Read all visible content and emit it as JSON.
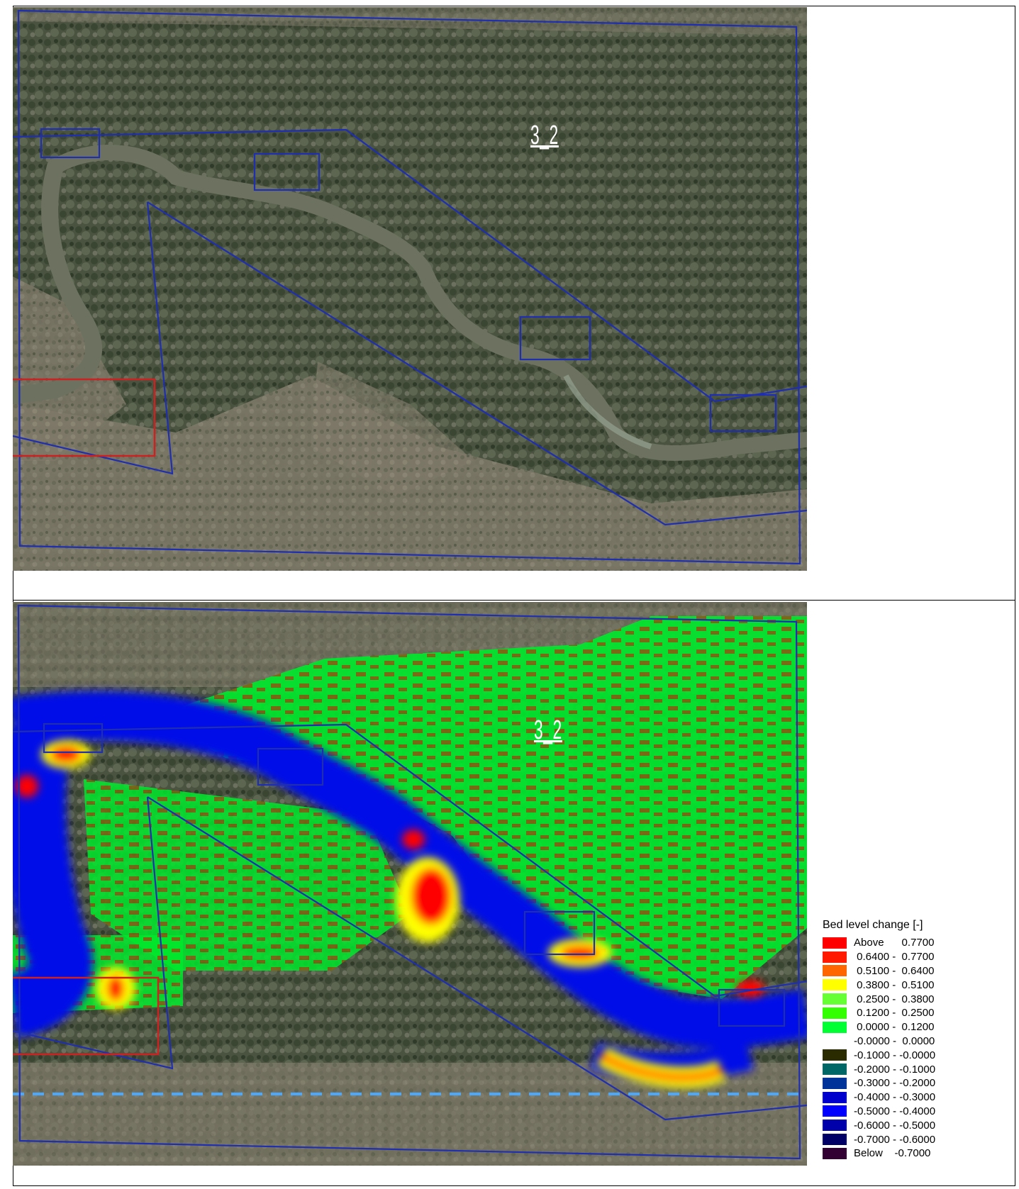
{
  "top_map": {
    "label": "3_2"
  },
  "bottom_map": {
    "label": "3_2"
  },
  "legend": {
    "title": "Bed level change [-]",
    "items": [
      {
        "label": "Above      0.7700",
        "color": "#ff0000"
      },
      {
        "label": " 0.6400 -  0.7700",
        "color": "#ff1a00"
      },
      {
        "label": " 0.5100 -  0.6400",
        "color": "#ff6600"
      },
      {
        "label": " 0.3800 -  0.5100",
        "color": "#ffff00"
      },
      {
        "label": " 0.2500 -  0.3800",
        "color": "#66ff33"
      },
      {
        "label": " 0.1200 -  0.2500",
        "color": "#33ff00"
      },
      {
        "label": " 0.0000 -  0.1200",
        "color": "#00ff33"
      },
      {
        "label": "-0.0000 -  0.0000",
        "color": ""
      },
      {
        "label": "-0.1000 - -0.0000",
        "color": "#2b2b00"
      },
      {
        "label": "-0.2000 - -0.1000",
        "color": "#006666"
      },
      {
        "label": "-0.3000 - -0.2000",
        "color": "#003399"
      },
      {
        "label": "-0.4000 - -0.3000",
        "color": "#0000cc"
      },
      {
        "label": "-0.5000 - -0.4000",
        "color": "#0000ff"
      },
      {
        "label": "-0.6000 - -0.5000",
        "color": "#0000aa"
      },
      {
        "label": "-0.7000 - -0.6000",
        "color": "#000066"
      },
      {
        "label": "Below    -0.7000",
        "color": "#330033"
      }
    ]
  }
}
